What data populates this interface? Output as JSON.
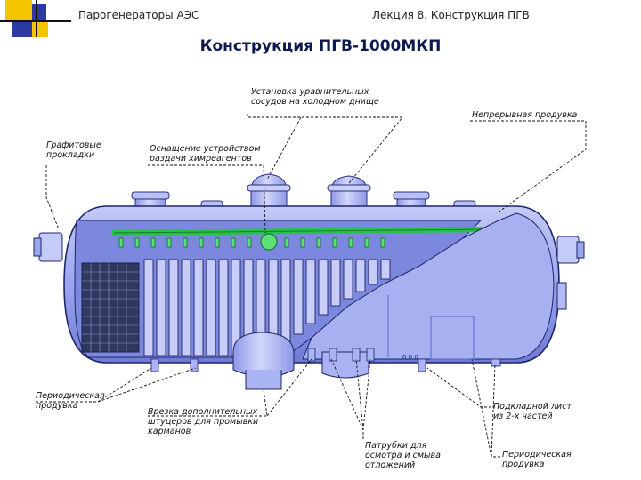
{
  "header": {
    "left": "Парогенераторы АЭС",
    "right": "Лекция 8. Конструкция ПГВ"
  },
  "title": "Конструкция ПГВ-1000МКП",
  "labels": {
    "equalizing_vessels": [
      "Установка уравнительных",
      "сосудов на холодном днище"
    ],
    "continuous_blowdown": [
      "Непрерывная продувка"
    ],
    "graphite_gaskets": [
      "Графитовые",
      "прокладки"
    ],
    "chem_distribution": [
      "Оснащение устройством",
      "раздачи химреагентов"
    ],
    "periodic_blowdown_left": [
      "Периодическая",
      "продувка"
    ],
    "extra_nozzles": [
      "Врезка дополнительных",
      "штуцеров для промывки",
      "карманов"
    ],
    "inspection_nozzles": [
      "Патрубки для",
      "осмотра и смыва",
      "отложений"
    ],
    "support_sheet": [
      "Подкладной лист",
      "из 2-х частей"
    ],
    "periodic_blowdown_right": [
      "Периодическая",
      "продувка"
    ]
  },
  "colors": {
    "logo_yellow": "#f5c400",
    "logo_blue": "#2b3a9e",
    "title": "#0c1a50",
    "vessel": "#9aa6ee",
    "vessel_dark": "#6f7ad6",
    "green_collector": "#27c24a"
  }
}
